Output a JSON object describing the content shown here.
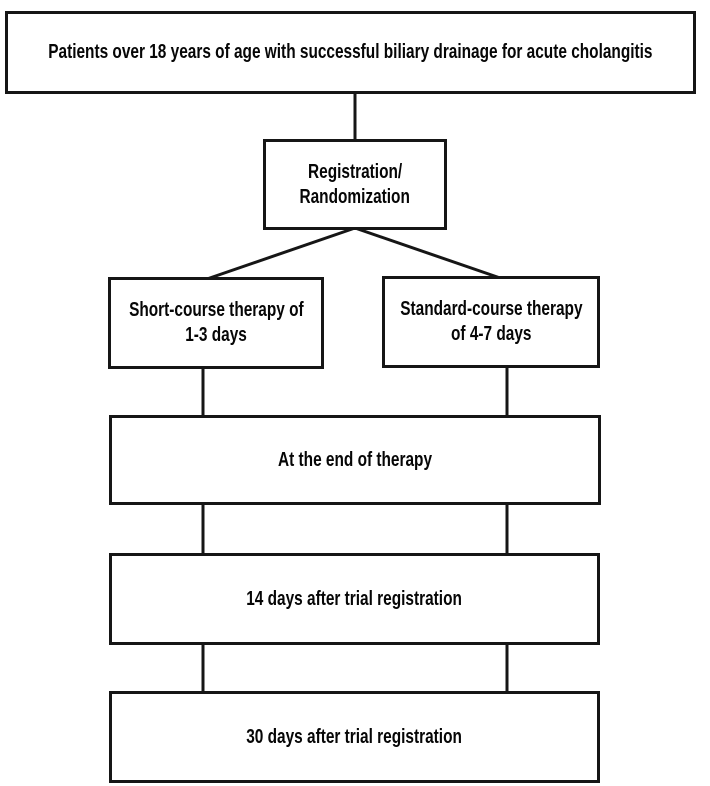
{
  "figure": {
    "type": "flowchart",
    "description": "Clinical trial flow diagram for antibiotic therapy duration after biliary drainage",
    "nodes": {
      "population": {
        "lines": [
          "Patients over 18 years of age with successful biliary drainage for acute cholangitis"
        ]
      },
      "registration": {
        "lines": [
          "Registration/",
          "Randomization"
        ]
      },
      "short_course": {
        "lines": [
          "Short-course therapy of",
          "1-3 days"
        ]
      },
      "standard_course": {
        "lines": [
          "Standard-course therapy",
          "of 4-7 days"
        ]
      },
      "end_of_therapy": {
        "lines": [
          "At the end of therapy"
        ]
      },
      "day_14": {
        "lines": [
          "14 days after trial registration"
        ]
      },
      "day_30": {
        "lines": [
          "30 days after trial registration"
        ]
      }
    },
    "colors": {
      "border": "#161616",
      "background": "#ffffff",
      "text": "#060606"
    }
  }
}
